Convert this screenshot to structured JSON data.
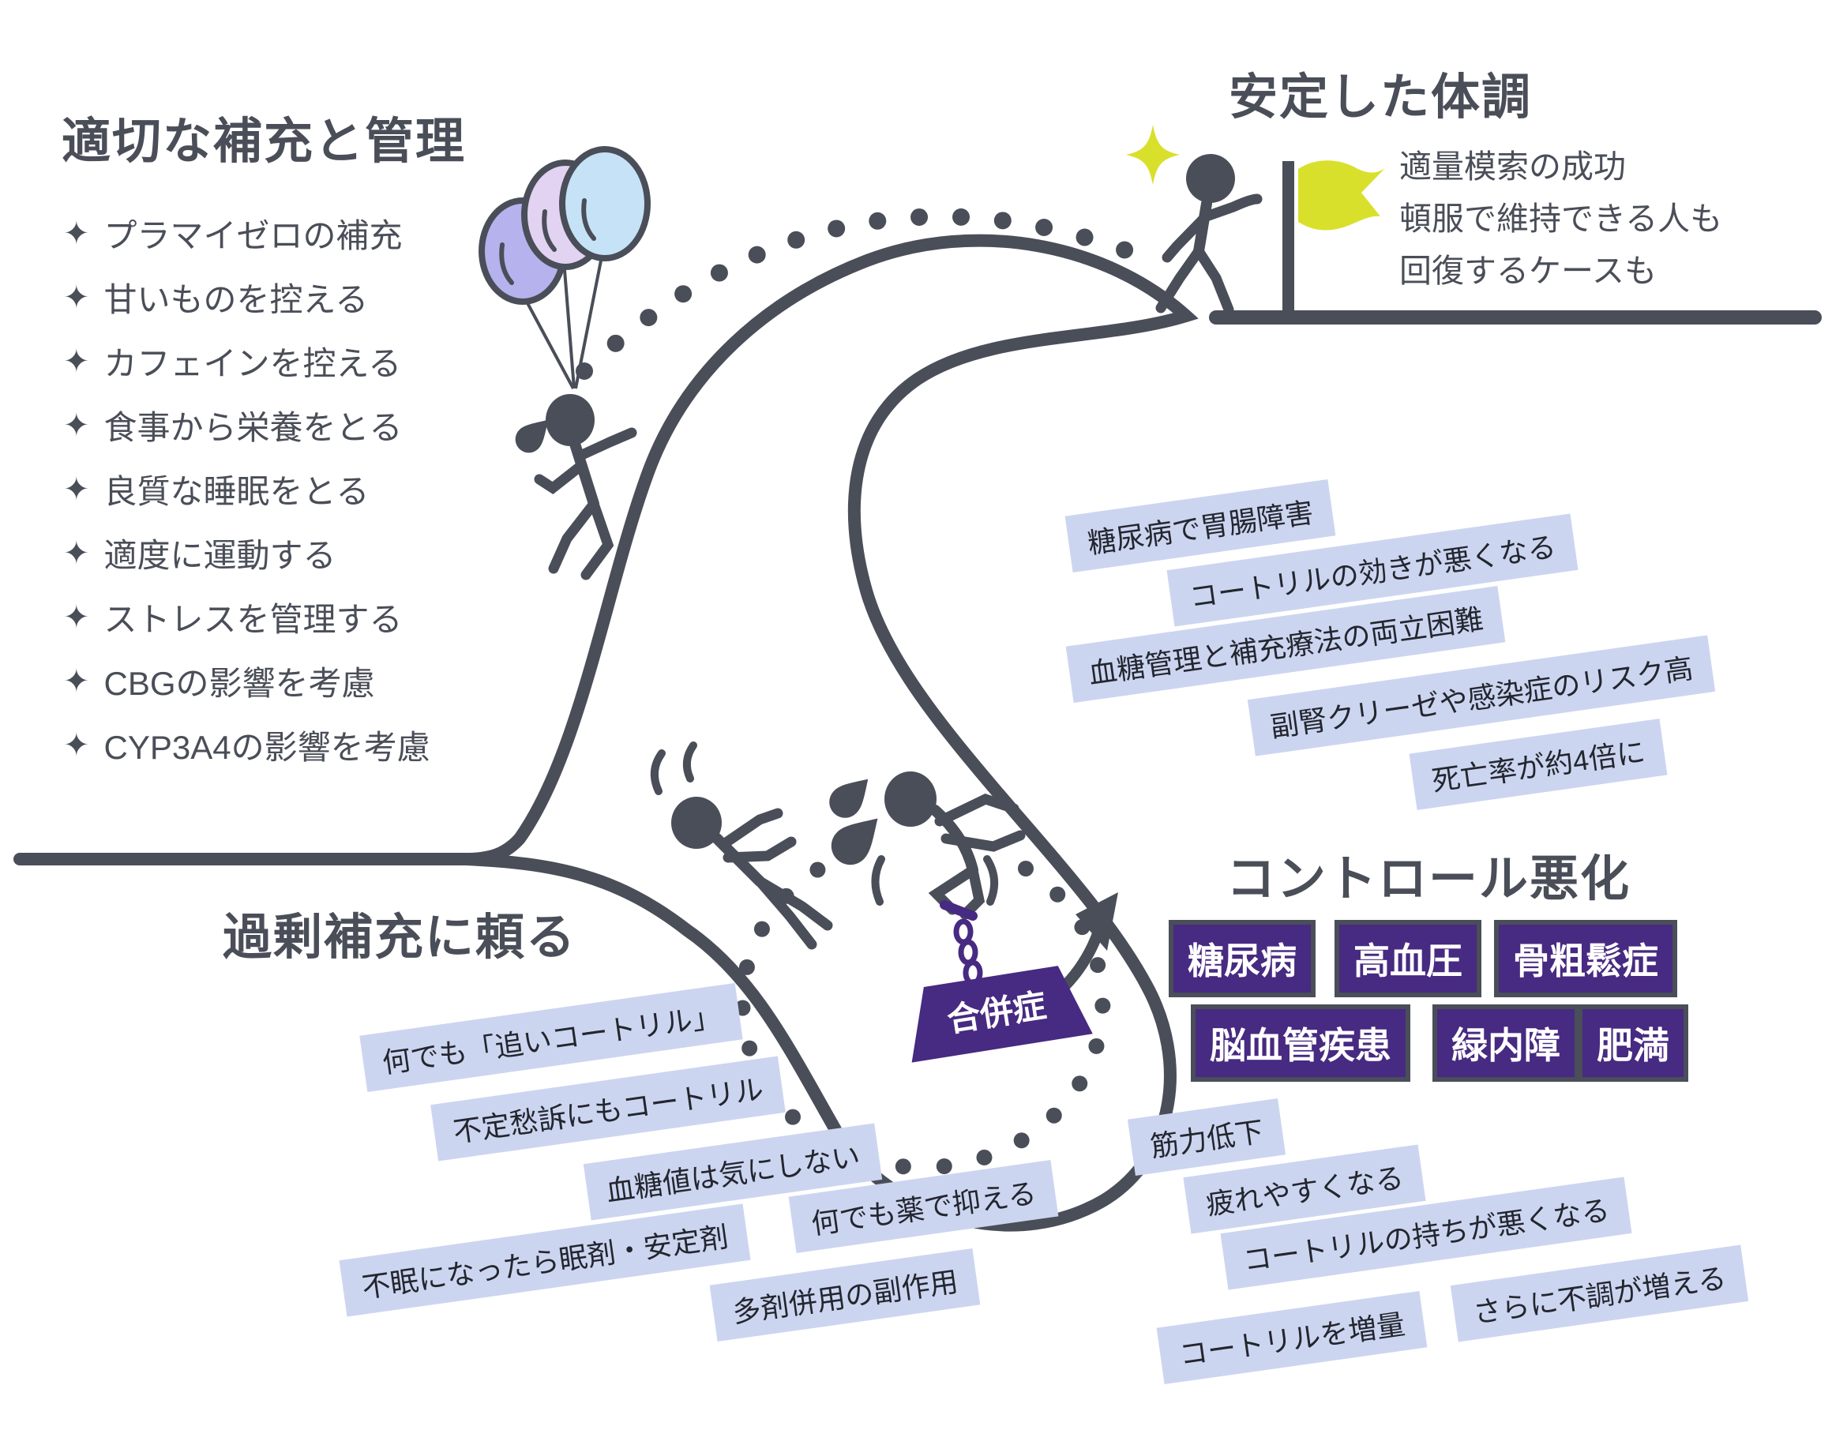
{
  "palette": {
    "ink": "#4A4E58",
    "label_bg": "#CCD5F0",
    "label_text": "#23262E",
    "purple": "#472A81",
    "accent_yellow": "#D9E02B",
    "balloon_periwinkle": "#B6B2ED",
    "balloon_lilac": "#E3D3F2",
    "balloon_blue": "#C6E2F6"
  },
  "proper_care": {
    "title": "適切な補充と管理",
    "bullet": "✦",
    "items": [
      "プラマイゼロの補充",
      "甘いものを控える",
      "カフェインを控える",
      "食事から栄養をとる",
      "良質な睡眠をとる",
      "適度に運動する",
      "ストレスを管理する",
      "CBGの影響を考慮",
      "CYP3A4の影響を考慮"
    ]
  },
  "summit": {
    "title": "安定した体調",
    "notes": [
      "適量模索の成功",
      "頓服で維持できる人も",
      "回復するケースも"
    ]
  },
  "pit": {
    "title": "過剰補充に頼る",
    "weight_label": "合併症"
  },
  "complication_labels": [
    "糖尿病で胃腸障害",
    "コートリルの効きが悪くなる",
    "血糖管理と補充療法の両立困難",
    "副腎クリーゼや感染症のリスク高",
    "死亡率が約4倍に"
  ],
  "over_reliance_labels": [
    "何でも「追いコートリル」",
    "不定愁訴にもコートリル",
    "血糖値は気にしない",
    "何でも薬で抑える",
    "不眠になったら眠剤・安定剤",
    "多剤併用の副作用"
  ],
  "control": {
    "title": "コントロール悪化",
    "tags": [
      "糖尿病",
      "高血圧",
      "骨粗鬆症",
      "脳血管疾患",
      "緑内障",
      "肥満"
    ]
  },
  "decline_labels": [
    "筋力低下",
    "疲れやすくなる",
    "コートリルの持ちが悪くなる",
    "さらに不調が増える",
    "コートリルを増量"
  ]
}
